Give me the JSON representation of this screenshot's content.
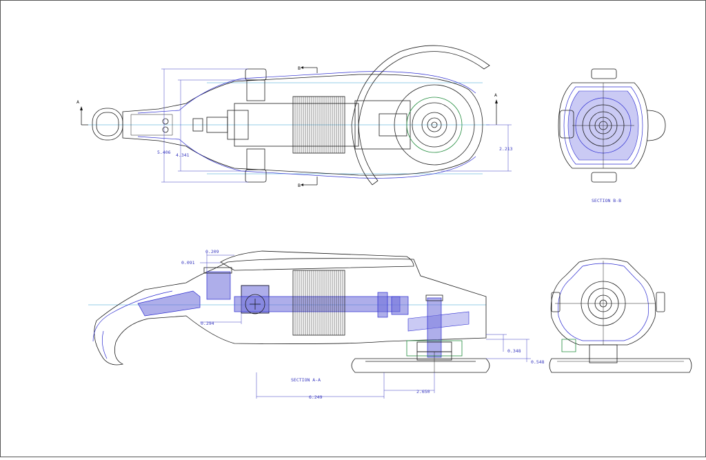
{
  "section_markers": {
    "a": "A",
    "b": "B"
  },
  "views": {
    "section_bb": "SECTION  B-B",
    "section_aa": "SECTION  A-A"
  },
  "dimensions": {
    "top_overall_height": "5.406",
    "top_inner_height": "4.341",
    "top_right_height": "2.213",
    "side_top_small": "0.209",
    "side_left_small": "0.091",
    "side_inner_small": "0.294",
    "side_right_upper": "0.348",
    "side_right_lower": "0.548",
    "side_bottom_short": "2.650",
    "side_bottom_long": "6.249"
  },
  "colors": {
    "outline": "#1a1a1a",
    "section_fill": "#6b6bd8",
    "hidden_lines": "#2a2ad0",
    "reference_lines": "#2a9ad0",
    "guard_green": "#1e8a3a",
    "frame": "#555555"
  }
}
